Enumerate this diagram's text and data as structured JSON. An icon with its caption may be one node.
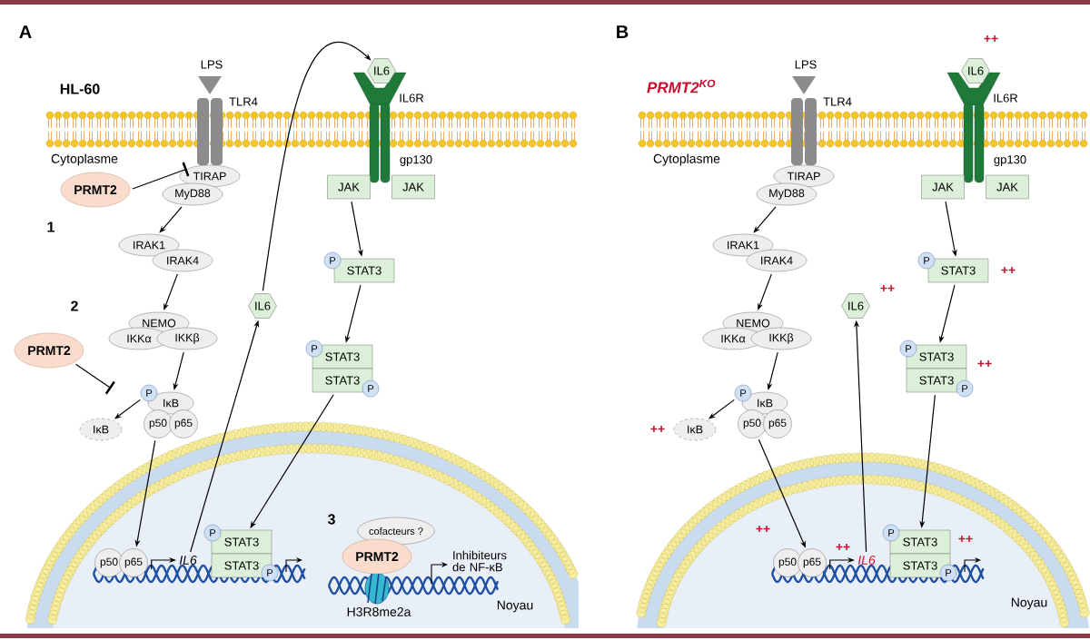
{
  "diagram": {
    "nodes": [
      {
        "text": [
          "LPS"
        ]
      },
      {
        "text": [
          "TLR4"
        ]
      },
      {
        "text": [
          "IL6R",
          "gp130"
        ]
      },
      {
        "text": [
          "IL6"
        ]
      },
      {
        "text": [
          "PRMT2"
        ]
      },
      {
        "text": [
          "TIRAP"
        ]
      },
      {
        "text": [
          "MyD88"
        ]
      },
      {
        "text": [
          "IRAK1"
        ]
      },
      {
        "text": [
          "IRAK4"
        ]
      },
      {
        "text": [
          "NEMO"
        ]
      },
      {
        "text": [
          "IKKα"
        ]
      },
      {
        "text": [
          "IKKβ"
        ]
      },
      {
        "text": [
          "IL6"
        ]
      },
      {
        "text": [
          "PRMT2"
        ]
      },
      {
        "text": [
          "P"
        ]
      },
      {
        "text": [
          "IκB"
        ]
      },
      {
        "text": [
          "p50"
        ]
      },
      {
        "text": [
          "p65"
        ]
      },
      {
        "text": [
          "IκB"
        ]
      },
      {
        "text": [
          "JAK"
        ]
      },
      {
        "text": [
          "JAK"
        ]
      },
      {
        "text": [
          "P"
        ]
      },
      {
        "text": [
          "STAT3"
        ]
      },
      {
        "text": [
          "P"
        ]
      },
      {
        "text": [
          "STAT3"
        ]
      },
      {
        "text": [
          "STAT3"
        ]
      },
      {
        "text": [
          "P"
        ]
      },
      {
        "text": [
          "p50"
        ]
      },
      {
        "text": [
          "p65"
        ]
      },
      {
        "text": [
          "IL6"
        ]
      },
      {
        "text": [
          "P"
        ]
      },
      {
        "text": [
          "STAT3"
        ]
      },
      {
        "text": [
          "STAT3"
        ]
      },
      {
        "text": [
          "P"
        ]
      },
      {
        "text": [
          "cofacteurs ?"
        ]
      },
      {
        "text": [
          "PRMT2"
        ]
      },
      {
        "text": [
          "LPS"
        ]
      },
      {
        "text": [
          "TLR4"
        ]
      },
      {
        "text": [
          "IL6R",
          "gp130"
        ]
      },
      {
        "text": [
          "IL6"
        ]
      },
      {
        "text": [
          "TIRAP"
        ]
      },
      {
        "text": [
          "MyD88"
        ]
      },
      {
        "text": [
          "IRAK1"
        ]
      },
      {
        "text": [
          "IRAK4"
        ]
      },
      {
        "text": [
          "NEMO"
        ]
      },
      {
        "text": [
          "IKKα"
        ]
      },
      {
        "text": [
          "IKKβ"
        ]
      },
      {
        "text": [
          "IL6"
        ]
      },
      {
        "text": [
          "P"
        ]
      },
      {
        "text": [
          "IκB"
        ]
      },
      {
        "text": [
          "p50"
        ]
      },
      {
        "text": [
          "p65"
        ]
      },
      {
        "text": [
          "IκB"
        ]
      },
      {
        "text": [
          "JAK"
        ]
      },
      {
        "text": [
          "JAK"
        ]
      },
      {
        "text": [
          "P"
        ]
      },
      {
        "text": [
          "STAT3"
        ]
      },
      {
        "text": [
          "P"
        ]
      },
      {
        "text": [
          "STAT3"
        ]
      },
      {
        "text": [
          "STAT3"
        ]
      },
      {
        "text": [
          "P"
        ]
      },
      {
        "text": [
          "p50"
        ]
      },
      {
        "text": [
          "p65"
        ]
      },
      {
        "text": [
          "IL6"
        ]
      },
      {
        "text": [
          "P"
        ]
      },
      {
        "text": [
          "STAT3"
        ]
      },
      {
        "text": [
          "STAT3"
        ]
      },
      {
        "text": [
          "P"
        ]
      }
    ],
    "edges": [
      {
        "from": 4,
        "to": 5,
        "arrow": "other"
      },
      {
        "from": 6,
        "to": 7,
        "arrow": "to"
      },
      {
        "from": 8,
        "to": 9,
        "arrow": "to"
      },
      {
        "from": 11,
        "to": 15,
        "arrow": "to"
      },
      {
        "from": 13,
        "to": null,
        "arrow": "other"
      },
      {
        "from": 14,
        "to": 18,
        "arrow": "to"
      },
      {
        "from": 16,
        "to": 28,
        "arrow": "to"
      },
      {
        "from": 29,
        "to": 12,
        "arrow": "to"
      },
      {
        "from": 12,
        "to": 3,
        "arrow": "to"
      },
      {
        "from": 19,
        "to": 22,
        "arrow": "to"
      },
      {
        "from": 22,
        "to": 24,
        "arrow": "to"
      },
      {
        "from": 25,
        "to": 31,
        "arrow": "to"
      },
      {
        "from": 41,
        "to": 42,
        "arrow": "to"
      },
      {
        "from": 43,
        "to": 44,
        "arrow": "to"
      },
      {
        "from": 46,
        "to": 49,
        "arrow": "to"
      },
      {
        "from": 48,
        "to": 52,
        "arrow": "to"
      },
      {
        "from": 50,
        "to": 62,
        "arrow": "to"
      },
      {
        "from": 63,
        "to": 47,
        "arrow": "to"
      },
      {
        "from": 53,
        "to": 56,
        "arrow": "to"
      },
      {
        "from": 56,
        "to": 58,
        "arrow": "to"
      },
      {
        "from": 59,
        "to": 65,
        "arrow": "to"
      },
      {
        "from": 28,
        "to": 29,
        "arrow": "to"
      },
      {
        "from": 62,
        "to": 63,
        "arrow": "to"
      }
    ],
    "labels": [
      "A",
      "HL-60",
      "Cytoplasme",
      "1",
      "2",
      "3",
      "Inhibiteurs de NF-κB",
      "H3R8me2a",
      "Noyau",
      "B",
      "++",
      "PRMT2$^{KO}$",
      "Cytoplasme",
      "++",
      "++",
      "++",
      "++",
      "++",
      "++",
      "++",
      "Noyau"
    ]
  }
}
